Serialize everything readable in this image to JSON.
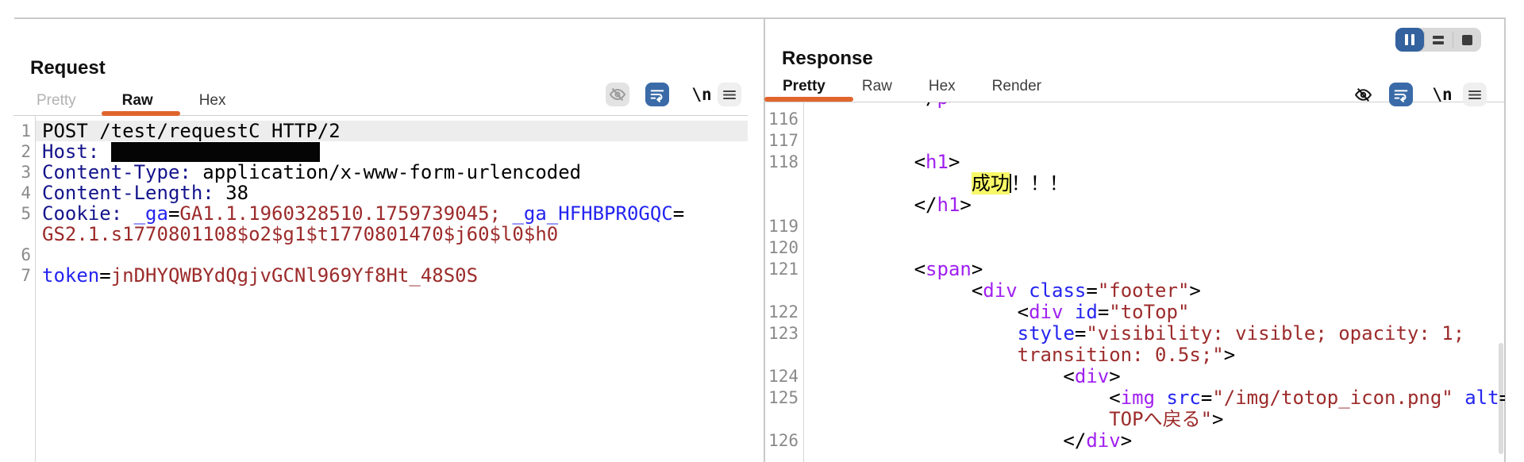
{
  "colors": {
    "accent_orange": "#e0652c",
    "wrap_button_blue": "#3a6ba8",
    "active_toggle_blue": "#33629e",
    "tag_purple": "#a020f0",
    "attribute_blue": "#2424f0",
    "value_red": "#9c2b2b",
    "header_navy": "#14148c",
    "highlight_yellow": "#f7f768",
    "selected_line_gray": "#ededed"
  },
  "layout_switcher": {
    "buttons": [
      {
        "name": "split-columns-view",
        "active": true
      },
      {
        "name": "split-rows-view",
        "active": false
      },
      {
        "name": "single-pane-view",
        "active": false
      }
    ]
  },
  "request": {
    "title": "Request",
    "tabs": [
      {
        "label": "Pretty",
        "state": "disabled"
      },
      {
        "label": "Raw",
        "state": "active"
      },
      {
        "label": "Hex",
        "state": ""
      }
    ],
    "toolbar": {
      "newline_label": "\\n"
    },
    "lines": [
      {
        "num": "1",
        "highlight": true,
        "segments": [
          {
            "t": "POST /test/requestC HTTP/2",
            "c": "plain"
          }
        ]
      },
      {
        "num": "2",
        "segments": [
          {
            "t": "Host: ",
            "c": "hdr"
          },
          {
            "t": "",
            "c": "redact"
          }
        ]
      },
      {
        "num": "3",
        "segments": [
          {
            "t": "Content-Type:",
            "c": "hdr"
          },
          {
            "t": " application/x-www-form-urlencoded",
            "c": "plain"
          }
        ]
      },
      {
        "num": "4",
        "segments": [
          {
            "t": "Content-Length:",
            "c": "hdr"
          },
          {
            "t": " 38",
            "c": "plain"
          }
        ]
      },
      {
        "num": "5",
        "segments": [
          {
            "t": "Cookie:",
            "c": "hdr"
          },
          {
            "t": " ",
            "c": "plain"
          },
          {
            "t": "_ga",
            "c": "name"
          },
          {
            "t": "=",
            "c": "plain"
          },
          {
            "t": "GA1.1.1960328510.1759739045;",
            "c": "val"
          },
          {
            "t": " ",
            "c": "plain"
          },
          {
            "t": "_ga_HFHBPR0GQC",
            "c": "name"
          },
          {
            "t": "=",
            "c": "plain"
          }
        ]
      },
      {
        "num": "",
        "segments": [
          {
            "t": "GS2.1.s1770801108$o2$g1$t1770801470$j60$l0$h0",
            "c": "val"
          }
        ]
      },
      {
        "num": "6",
        "segments": []
      },
      {
        "num": "7",
        "segments": [
          {
            "t": "token",
            "c": "name"
          },
          {
            "t": "=",
            "c": "plain"
          },
          {
            "t": "jnDHYQWBYdQgjvGCNl969Yf8Ht_48S0S",
            "c": "val"
          }
        ]
      }
    ]
  },
  "response": {
    "title": "Response",
    "tabs": [
      {
        "label": "Pretty",
        "state": "active"
      },
      {
        "label": "Raw",
        "state": ""
      },
      {
        "label": "Hex",
        "state": ""
      },
      {
        "label": "Render",
        "state": ""
      }
    ],
    "toolbar": {
      "newline_label": "\\n"
    },
    "lines": [
      {
        "num": "",
        "clip": true,
        "segments": [
          {
            "t": "        </",
            "c": "plain"
          },
          {
            "t": "p",
            "c": "tag"
          },
          {
            "t": ">",
            "c": "plain"
          }
        ]
      },
      {
        "num": "116",
        "segments": []
      },
      {
        "num": "117",
        "segments": []
      },
      {
        "num": "118",
        "segments": [
          {
            "t": "        <",
            "c": "plain"
          },
          {
            "t": "h1",
            "c": "tag"
          },
          {
            "t": ">",
            "c": "plain"
          }
        ]
      },
      {
        "num": "",
        "segments": [
          {
            "t": "             ",
            "c": "plain"
          },
          {
            "t": "成功",
            "c": "hl"
          },
          {
            "t": "",
            "c": "cursor"
          },
          {
            "t": "！！！",
            "c": "plain"
          }
        ]
      },
      {
        "num": "",
        "segments": [
          {
            "t": "        </",
            "c": "plain"
          },
          {
            "t": "h1",
            "c": "tag"
          },
          {
            "t": ">",
            "c": "plain"
          }
        ]
      },
      {
        "num": "119",
        "segments": []
      },
      {
        "num": "120",
        "segments": []
      },
      {
        "num": "121",
        "segments": [
          {
            "t": "        <",
            "c": "plain"
          },
          {
            "t": "span",
            "c": "tag"
          },
          {
            "t": ">",
            "c": "plain"
          }
        ]
      },
      {
        "num": "",
        "segments": [
          {
            "t": "             <",
            "c": "plain"
          },
          {
            "t": "div",
            "c": "tag"
          },
          {
            "t": " ",
            "c": "plain"
          },
          {
            "t": "class",
            "c": "name"
          },
          {
            "t": "=",
            "c": "plain"
          },
          {
            "t": "\"footer\"",
            "c": "val"
          },
          {
            "t": ">",
            "c": "plain"
          }
        ]
      },
      {
        "num": "122",
        "segments": [
          {
            "t": "                 <",
            "c": "plain"
          },
          {
            "t": "div",
            "c": "tag"
          },
          {
            "t": " ",
            "c": "plain"
          },
          {
            "t": "id",
            "c": "name"
          },
          {
            "t": "=",
            "c": "plain"
          },
          {
            "t": "\"toTop\"",
            "c": "val"
          }
        ]
      },
      {
        "num": "123",
        "segments": [
          {
            "t": "                 ",
            "c": "plain"
          },
          {
            "t": "style",
            "c": "name"
          },
          {
            "t": "=",
            "c": "plain"
          },
          {
            "t": "\"visibility: visible; opacity: 1;",
            "c": "val"
          }
        ]
      },
      {
        "num": "",
        "segments": [
          {
            "t": "                 ",
            "c": "plain"
          },
          {
            "t": "transition: 0.5s;\"",
            "c": "val"
          },
          {
            "t": ">",
            "c": "plain"
          }
        ]
      },
      {
        "num": "124",
        "segments": [
          {
            "t": "                     <",
            "c": "plain"
          },
          {
            "t": "div",
            "c": "tag"
          },
          {
            "t": ">",
            "c": "plain"
          }
        ]
      },
      {
        "num": "125",
        "segments": [
          {
            "t": "                         <",
            "c": "plain"
          },
          {
            "t": "img",
            "c": "tag"
          },
          {
            "t": " ",
            "c": "plain"
          },
          {
            "t": "src",
            "c": "name"
          },
          {
            "t": "=",
            "c": "plain"
          },
          {
            "t": "\"/img/totop_icon.png\"",
            "c": "val"
          },
          {
            "t": " ",
            "c": "plain"
          },
          {
            "t": "alt",
            "c": "name"
          },
          {
            "t": "=",
            "c": "plain"
          },
          {
            "t": "\"",
            "c": "val"
          }
        ]
      },
      {
        "num": "",
        "segments": [
          {
            "t": "                         ",
            "c": "plain"
          },
          {
            "t": "TOPへ戻る\"",
            "c": "val"
          },
          {
            "t": ">",
            "c": "plain"
          }
        ]
      },
      {
        "num": "126",
        "segments": [
          {
            "t": "                     </",
            "c": "plain"
          },
          {
            "t": "div",
            "c": "tag"
          },
          {
            "t": ">",
            "c": "plain"
          }
        ]
      }
    ]
  }
}
